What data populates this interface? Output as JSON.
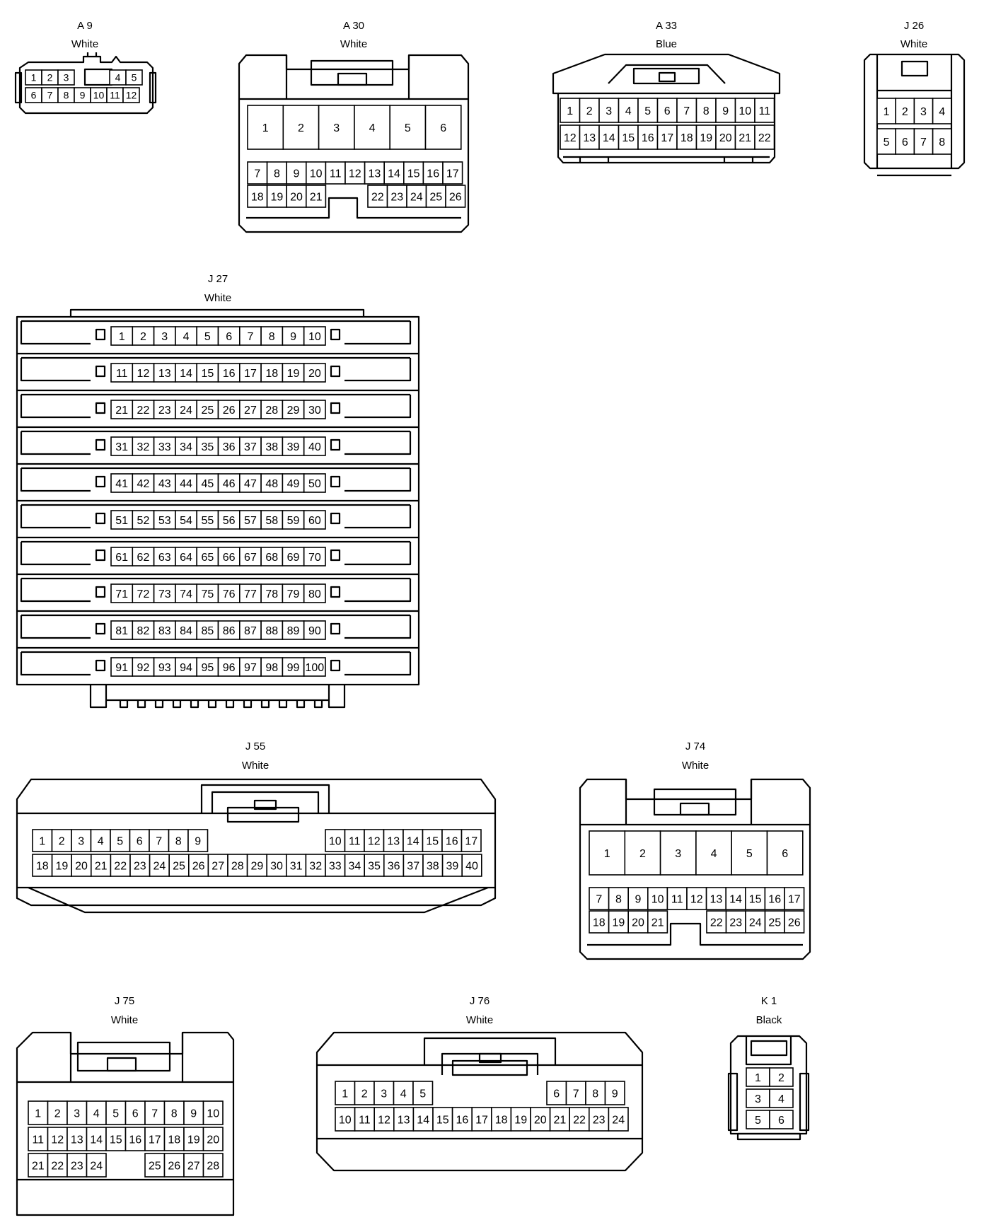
{
  "connectors": [
    {
      "id": "A 9",
      "color": "White",
      "rows": [
        [
          "1",
          "2",
          "3",
          "",
          "",
          "4",
          "5"
        ],
        [
          "6",
          "7",
          "8",
          "9",
          "10",
          "11",
          "12"
        ]
      ]
    },
    {
      "id": "A 30",
      "color": "White",
      "rows": [
        [
          "1",
          "2",
          "3",
          "4",
          "5",
          "6"
        ],
        [
          "7",
          "8",
          "9",
          "10",
          "11",
          "12",
          "13",
          "14",
          "15",
          "16",
          "17"
        ],
        [
          "18",
          "19",
          "20",
          "21",
          "",
          "22",
          "23",
          "24",
          "25",
          "26"
        ]
      ]
    },
    {
      "id": "A 33",
      "color": "Blue",
      "rows": [
        [
          "1",
          "2",
          "3",
          "4",
          "5",
          "6",
          "7",
          "8",
          "9",
          "10",
          "11"
        ],
        [
          "12",
          "13",
          "14",
          "15",
          "16",
          "17",
          "18",
          "19",
          "20",
          "21",
          "22"
        ]
      ]
    },
    {
      "id": "J 26",
      "color": "White",
      "rows": [
        [
          "1",
          "2",
          "3",
          "4"
        ],
        [
          "5",
          "6",
          "7",
          "8"
        ]
      ]
    },
    {
      "id": "J 27",
      "color": "White",
      "rows": [
        [
          "1",
          "2",
          "3",
          "4",
          "5",
          "6",
          "7",
          "8",
          "9",
          "10"
        ],
        [
          "11",
          "12",
          "13",
          "14",
          "15",
          "16",
          "17",
          "18",
          "19",
          "20"
        ],
        [
          "21",
          "22",
          "23",
          "24",
          "25",
          "26",
          "27",
          "28",
          "29",
          "30"
        ],
        [
          "31",
          "32",
          "33",
          "34",
          "35",
          "36",
          "37",
          "38",
          "39",
          "40"
        ],
        [
          "41",
          "42",
          "43",
          "44",
          "45",
          "46",
          "47",
          "48",
          "49",
          "50"
        ],
        [
          "51",
          "52",
          "53",
          "54",
          "55",
          "56",
          "57",
          "58",
          "59",
          "60"
        ],
        [
          "61",
          "62",
          "63",
          "64",
          "65",
          "66",
          "67",
          "68",
          "69",
          "70"
        ],
        [
          "71",
          "72",
          "73",
          "74",
          "75",
          "76",
          "77",
          "78",
          "79",
          "80"
        ],
        [
          "81",
          "82",
          "83",
          "84",
          "85",
          "86",
          "87",
          "88",
          "89",
          "90"
        ],
        [
          "91",
          "92",
          "93",
          "94",
          "95",
          "96",
          "97",
          "98",
          "99",
          "100"
        ]
      ]
    },
    {
      "id": "J 55",
      "color": "White",
      "rows": [
        [
          "1",
          "2",
          "3",
          "4",
          "5",
          "6",
          "7",
          "8",
          "9",
          "",
          "10",
          "11",
          "12",
          "13",
          "14",
          "15",
          "16",
          "17"
        ],
        [
          "18",
          "19",
          "20",
          "21",
          "22",
          "23",
          "24",
          "25",
          "26",
          "27",
          "28",
          "29",
          "30",
          "31",
          "32",
          "33",
          "34",
          "35",
          "36",
          "37",
          "38",
          "39",
          "40"
        ]
      ]
    },
    {
      "id": "J 74",
      "color": "White",
      "rows": [
        [
          "1",
          "2",
          "3",
          "4",
          "5",
          "6"
        ],
        [
          "7",
          "8",
          "9",
          "10",
          "11",
          "12",
          "13",
          "14",
          "15",
          "16",
          "17"
        ],
        [
          "18",
          "19",
          "20",
          "21",
          "",
          "22",
          "23",
          "24",
          "25",
          "26"
        ]
      ]
    },
    {
      "id": "J 75",
      "color": "White",
      "rows": [
        [
          "1",
          "2",
          "3",
          "4",
          "5",
          "6",
          "7",
          "8",
          "9",
          "10"
        ],
        [
          "11",
          "12",
          "13",
          "14",
          "15",
          "16",
          "17",
          "18",
          "19",
          "20"
        ],
        [
          "21",
          "22",
          "23",
          "24",
          "",
          "",
          "25",
          "26",
          "27",
          "28"
        ]
      ]
    },
    {
      "id": "J 76",
      "color": "White",
      "rows": [
        [
          "1",
          "2",
          "3",
          "4",
          "5",
          "",
          "6",
          "7",
          "8",
          "9"
        ],
        [
          "10",
          "11",
          "12",
          "13",
          "14",
          "15",
          "16",
          "17",
          "18",
          "19",
          "20",
          "21",
          "22",
          "23",
          "24"
        ]
      ]
    },
    {
      "id": "K 1",
      "color": "Black",
      "rows": [
        [
          "1",
          "2"
        ],
        [
          "3",
          "4"
        ],
        [
          "5",
          "6"
        ]
      ]
    }
  ]
}
